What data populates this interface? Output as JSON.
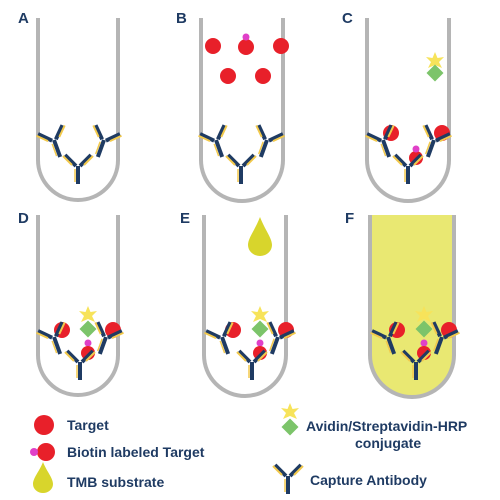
{
  "panels": [
    "A",
    "B",
    "C",
    "D",
    "E",
    "F"
  ],
  "legend": {
    "target": "Target",
    "biotin_target": "Biotin labeled Target",
    "tmb": "TMB substrate",
    "avidin_line1": "Avidin/Streptavidin-HRP",
    "avidin_line2": "conjugate",
    "capture_antibody": "Capture Antibody"
  },
  "colors": {
    "tube": "#b5b5b5",
    "antibody": "#1f3b63",
    "antibody_tip": "#f2c94c",
    "target": "#e8202a",
    "biotin": "#e040c8",
    "hrp_diamond": "#7cc46a",
    "hrp_star": "#f7e35a",
    "tmb": "#d8d52c",
    "tmb_fill": "#e9e872"
  }
}
